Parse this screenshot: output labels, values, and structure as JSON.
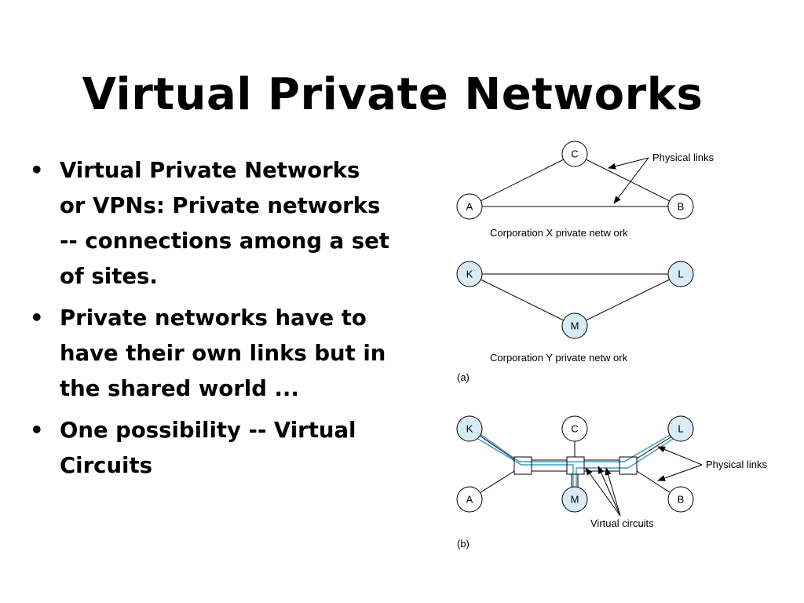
{
  "slide": {
    "title": "Virtual Private Networks",
    "bullets": [
      "Virtual Private Networks\nor VPNs: Private networks\n-- connections among a set\nof sites.",
      "Private networks have to\nhave their own links but in\nthe shared world ...",
      "One possibility -- Virtual\nCircuits"
    ]
  },
  "diagram": {
    "node_colors": {
      "customer": "#d8ecf7",
      "plain": "#ffffff",
      "circuit_line": "#3a9cc4"
    },
    "part_a": {
      "label": "(a)",
      "corp_x": {
        "caption": "Corporation X private netw ork",
        "nodes": [
          "C",
          "A",
          "B"
        ],
        "annotation": "Physical links"
      },
      "corp_y": {
        "caption": "Corporation Y private netw ork",
        "nodes": [
          "K",
          "L",
          "M"
        ]
      }
    },
    "part_b": {
      "label": "(b)",
      "nodes": [
        "K",
        "C",
        "L",
        "A",
        "M",
        "B"
      ],
      "physical_links_label": "Physical links",
      "virtual_circuits_label": "Virtual circuits"
    }
  }
}
